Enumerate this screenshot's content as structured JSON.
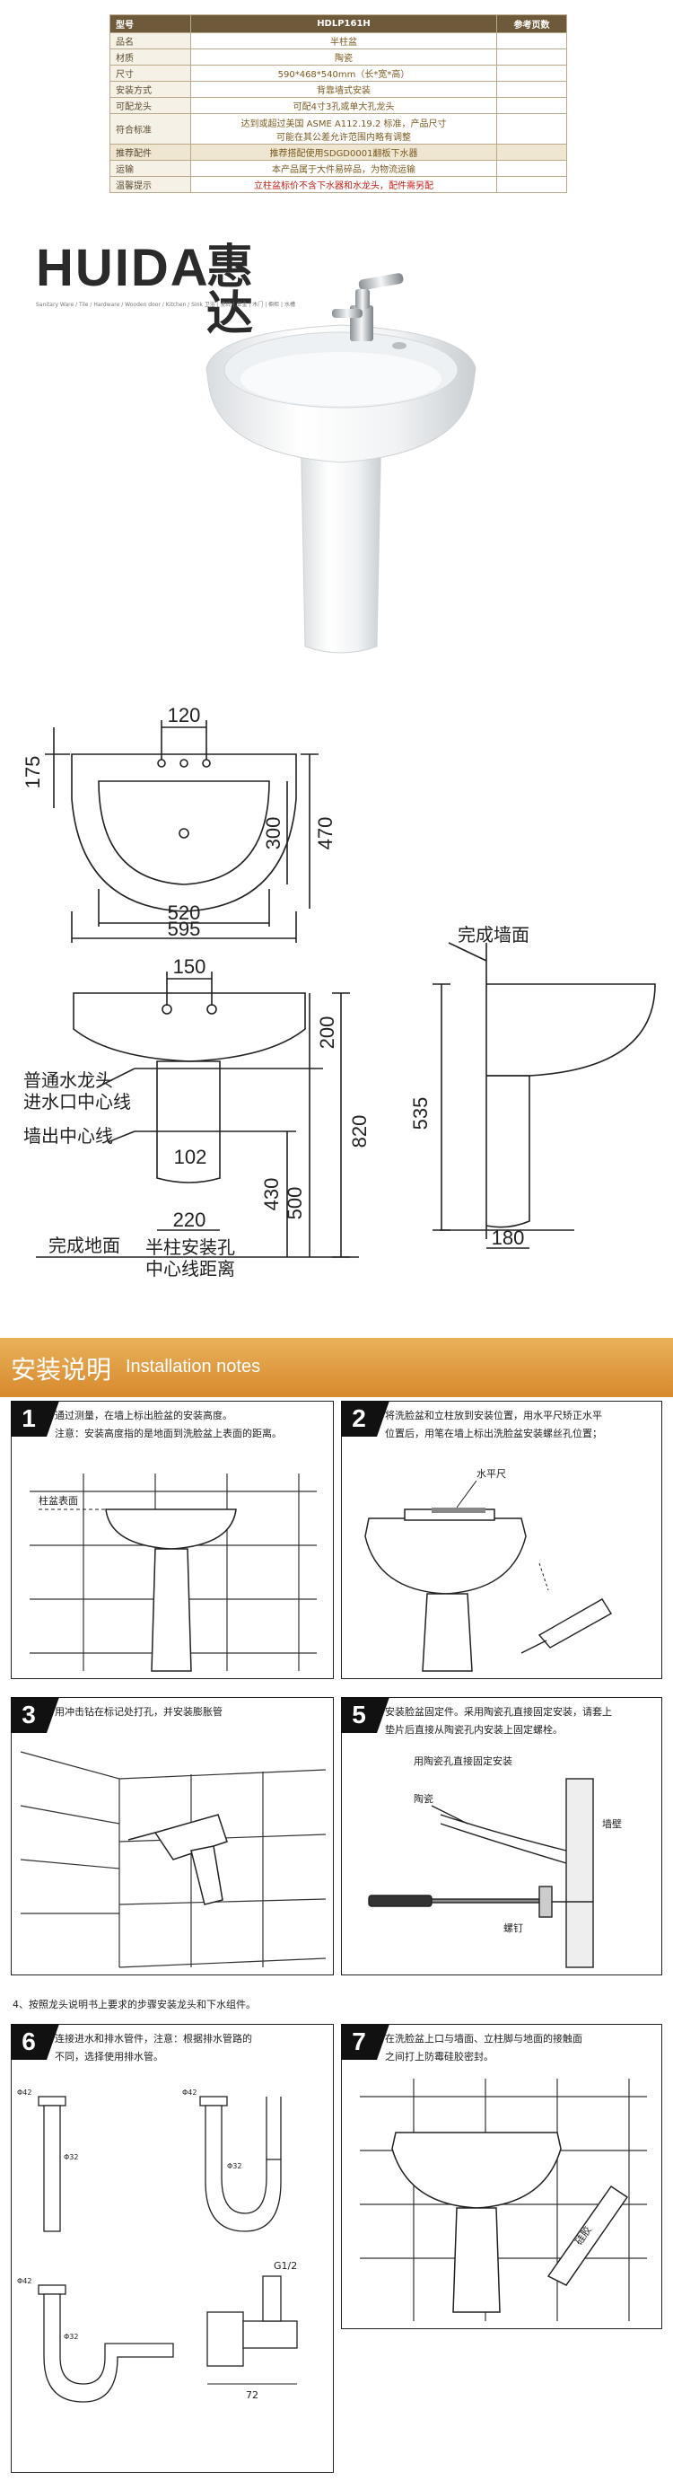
{
  "spec_table": {
    "header": {
      "model_label": "型号",
      "model_value": "HDLP161H",
      "ref_label": "参考页数"
    },
    "rows": [
      {
        "label": "品名",
        "value": "半柱盆"
      },
      {
        "label": "材质",
        "value": "陶瓷"
      },
      {
        "label": "尺寸",
        "value": "590*468*540mm（长*宽*高）"
      },
      {
        "label": "安装方式",
        "value": "背靠墙式安装"
      },
      {
        "label": "可配龙头",
        "value": "可配4寸3孔或单大孔龙头"
      },
      {
        "label": "符合标准",
        "value": "达到或超过美国 ASME A112.19.2 标准，产品尺寸",
        "value2": "可能在其公差允许范围内略有调整"
      },
      {
        "label": "推荐配件",
        "value": "推荐搭配使用SDGD0001翻板下水器"
      },
      {
        "label": "运输",
        "value": "本产品属于大件易碎品，为物流运输"
      },
      {
        "label": "温馨提示",
        "value": "立柱盆标价不含下水器和水龙头，配件需另配"
      }
    ]
  },
  "brand": {
    "name": "HUIDA",
    "cn": "惠达",
    "sub": "Sanitary Ware / Tile / Hardware / Wooden door / Kitchen / Sink  卫浴 | 瓷砖 | 五金 | 木门 | 橱柜 | 水槽"
  },
  "top_view": {
    "dims": {
      "hole_spacing": "120",
      "depth_front": "175",
      "bowl_depth": "300",
      "overall_depth": "470",
      "bowl_width": "520",
      "overall_width": "595"
    }
  },
  "front_view": {
    "dims": {
      "hole_spacing": "150",
      "to_inlet": "200",
      "total_height": "820",
      "inlet_offset": "102",
      "drain_height": "500",
      "pedestal_height": "430",
      "pedestal_width": "220"
    },
    "labels": {
      "inlet": "普通水龙头",
      "inlet2": "进水口中心线",
      "drain": "墙出中心线",
      "floor": "完成地面",
      "pedestal": "半柱安装孔",
      "pedestal2": "中心线距离"
    }
  },
  "side_view": {
    "dims": {
      "height": "535",
      "depth": "180"
    },
    "labels": {
      "wall": "完成墙面"
    }
  },
  "banner": {
    "cn": "安装说明",
    "en": "Installation notes"
  },
  "steps": [
    {
      "num": "1",
      "text": "通过测量，在墙上标出脸盆的安装高度。",
      "text2": "注意：安装高度指的是地面到洗脸盆上表面的距离。",
      "label": "柱盆表面"
    },
    {
      "num": "2",
      "text": "将洗脸盆和立柱放到安装位置，用水平尺矫正水平",
      "text2": "位置后，用笔在墙上标出洗脸盆安装螺丝孔位置；",
      "label": "水平尺"
    },
    {
      "num": "3",
      "text": "用冲击钻在标记处打孔，并安装膨胀管"
    },
    {
      "num": "5",
      "text": "安装脸盆固定件。采用陶瓷孔直接固定安装，请套上",
      "text2": "垫片后直接从陶瓷孔内安装上固定螺栓。",
      "label_title": "用陶瓷孔直接固定安装",
      "label_ceramic": "陶瓷",
      "label_wall": "墙壁",
      "label_screw": "螺钉"
    },
    {
      "num": "6",
      "text": "连接进水和排水管件，注意：根据排水管路的",
      "text2": "不同，选择使用排水管。",
      "d1": "Φ42",
      "d2": "Φ32",
      "g": "G1/2",
      "w": "72"
    },
    {
      "num": "7",
      "text": "在洗脸盆上口与墙面、立柱脚与地面的接触面",
      "text2": "之间打上防霉硅胶密封。",
      "label": "硅胶"
    }
  ],
  "note4": "4、按照龙头说明书上要求的步骤安装龙头和下水组件。"
}
